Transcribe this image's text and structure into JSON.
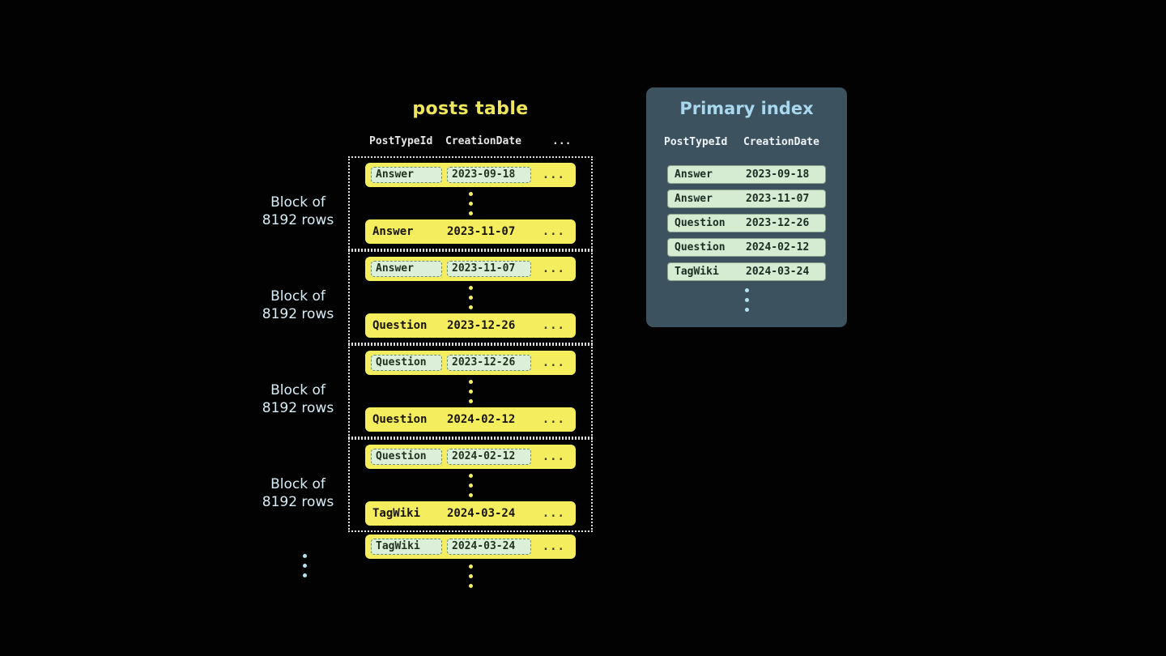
{
  "colors": {
    "background": "#020202",
    "row_yellow": "#f4ee5e",
    "highlight_mint": "#d5ecd3",
    "panel_slate": "#3c525f",
    "accent_blue": "#b6e1f1",
    "title_yellow": "#efe65c"
  },
  "posts_table": {
    "title": "posts table",
    "headers": {
      "col1": "PostTypeId",
      "col2": "CreationDate",
      "more": "..."
    },
    "block_label": {
      "line1": "Block of",
      "line2": "8192 rows"
    },
    "ellipsis": "...",
    "blocks": [
      {
        "first": {
          "type": "Answer",
          "date": "2023-09-18"
        },
        "last": {
          "type": "Answer",
          "date": "2023-11-07"
        }
      },
      {
        "first": {
          "type": "Answer",
          "date": "2023-11-07"
        },
        "last": {
          "type": "Question",
          "date": "2023-12-26"
        }
      },
      {
        "first": {
          "type": "Question",
          "date": "2023-12-26"
        },
        "last": {
          "type": "Question",
          "date": "2024-02-12"
        }
      },
      {
        "first": {
          "type": "Question",
          "date": "2024-02-12"
        },
        "last": {
          "type": "TagWiki",
          "date": "2024-03-24"
        }
      }
    ],
    "overflow_row": {
      "type": "TagWiki",
      "date": "2024-03-24"
    }
  },
  "primary_index": {
    "title": "Primary index",
    "headers": {
      "col1": "PostTypeId",
      "col2": "CreationDate"
    },
    "rows": [
      {
        "type": "Answer",
        "date": "2023-09-18"
      },
      {
        "type": "Answer",
        "date": "2023-11-07"
      },
      {
        "type": "Question",
        "date": "2023-12-26"
      },
      {
        "type": "Question",
        "date": "2024-02-12"
      },
      {
        "type": "TagWiki",
        "date": "2024-03-24"
      }
    ]
  }
}
